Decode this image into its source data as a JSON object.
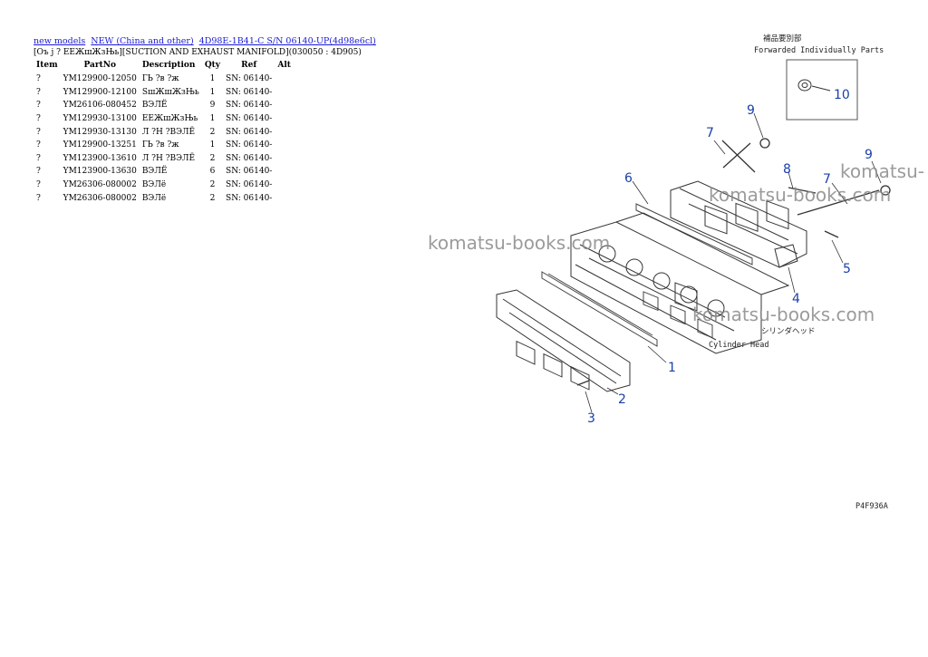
{
  "breadcrumb": {
    "links": [
      "new models",
      "NEW (China and other)",
      "4D98E-1B41-C S/N 06140-UP(4d98e6cl)"
    ]
  },
  "subtitle": "[Оъ j ? ЕЕЖшЖзЊь][SUCTION AND EXHAUST MANIFOLD](030050 : 4D905)",
  "table": {
    "headers": [
      "Item",
      "PartNo",
      "Description",
      "Qty",
      "Ref",
      "Alt"
    ],
    "rows": [
      {
        "item": "?",
        "part_no": "YM129900-12050",
        "description": "ГЬ ?в ?ж",
        "qty": "1",
        "ref": "SN: 06140-",
        "alt": ""
      },
      {
        "item": "?",
        "part_no": "YM129900-12100",
        "description": "SшЖшЖзЊь",
        "qty": "1",
        "ref": "SN: 06140-",
        "alt": ""
      },
      {
        "item": "?",
        "part_no": "YM26106-080452",
        "description": "ВЭЛЁ",
        "qty": "9",
        "ref": "SN: 06140-",
        "alt": ""
      },
      {
        "item": "?",
        "part_no": "YM129930-13100",
        "description": "ЕЕЖшЖзЊь",
        "qty": "1",
        "ref": "SN: 06140-",
        "alt": ""
      },
      {
        "item": "?",
        "part_no": "YM129930-13130",
        "description": "Л ?Н ?ВЭЛЁ",
        "qty": "2",
        "ref": "SN: 06140-",
        "alt": ""
      },
      {
        "item": "?",
        "part_no": "YM129900-13251",
        "description": "ГЬ ?в ?ж",
        "qty": "1",
        "ref": "SN: 06140-",
        "alt": ""
      },
      {
        "item": "?",
        "part_no": "YM123900-13610",
        "description": "Л ?Н ?ВЭЛЁ",
        "qty": "2",
        "ref": "SN: 06140-",
        "alt": ""
      },
      {
        "item": "?",
        "part_no": "YM123900-13630",
        "description": "ВЭЛЁ",
        "qty": "6",
        "ref": "SN: 06140-",
        "alt": ""
      },
      {
        "item": "?",
        "part_no": "YM26306-080002",
        "description": "ВЭЛё",
        "qty": "2",
        "ref": "SN: 06140-",
        "alt": ""
      },
      {
        "item": "?",
        "part_no": "YM26306-080002",
        "description": "ВЭЛё",
        "qty": "2",
        "ref": "SN: 06140-",
        "alt": ""
      }
    ]
  },
  "diagram": {
    "forwarded_jp": "補品要別部",
    "forwarded_label": "Forwarded Individually Parts",
    "cylinder_head_jp": "シリンダヘッド",
    "cylinder_head_label": "Cylinder Head",
    "drawing_code": "P4F936A",
    "watermarks": [
      "komatsu-books.com",
      "komatsu-books.com",
      "komatsu-books.com",
      "komatsu-"
    ],
    "callouts": [
      "1",
      "2",
      "3",
      "4",
      "5",
      "6",
      "7",
      "7",
      "8",
      "9",
      "9",
      "10"
    ],
    "callout_color": "#1a3fa8"
  }
}
